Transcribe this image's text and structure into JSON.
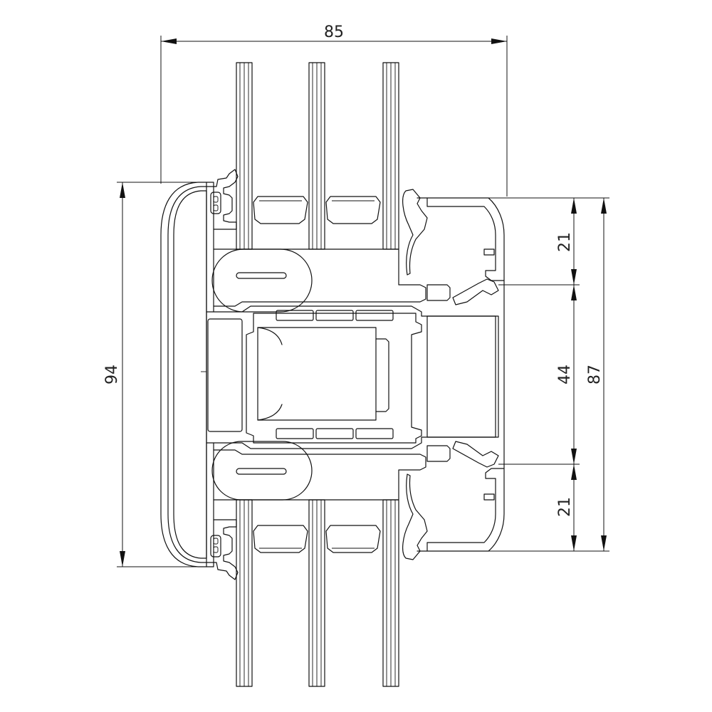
{
  "dimensions": {
    "overall_width": "85",
    "overall_height_left": "94",
    "frame_height_right": "87",
    "upper_section": "21",
    "middle_section": "44",
    "lower_section": "21"
  },
  "colors": {
    "line": "#111111",
    "background": "#ffffff"
  }
}
